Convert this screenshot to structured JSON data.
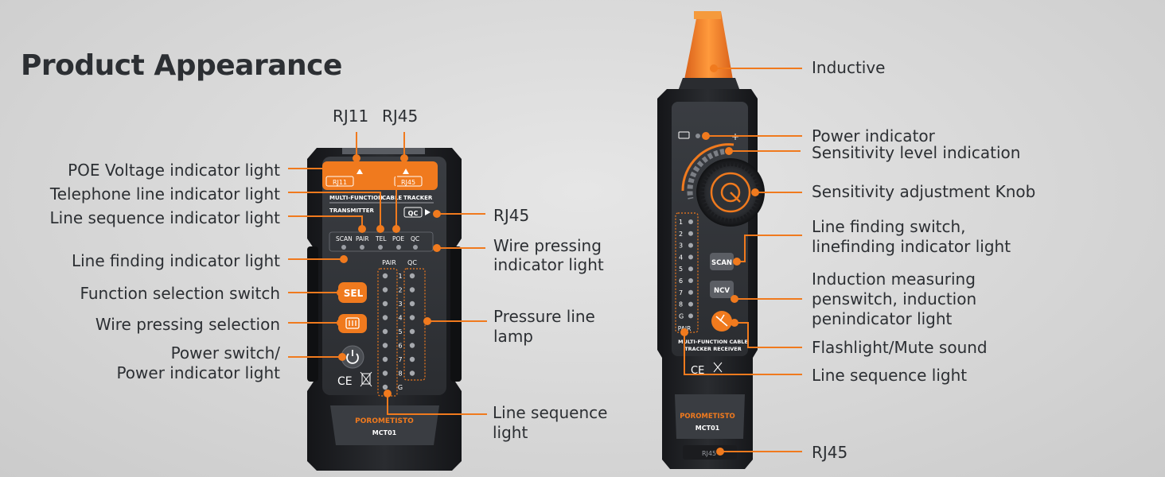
{
  "heading": "Product Appearance",
  "transmitter": {
    "brand": "POROMETISTO",
    "model": "MCT01",
    "port_rj11": "RJ11",
    "port_rj45": "RJ45",
    "title_left": "MULTI-FUNCTION",
    "title_mid": "CABLE",
    "title_right": "TRACKER",
    "subtitle": "TRANSMITTER",
    "qc_tag": "QC",
    "indicators": [
      "SCAN",
      "PAIR",
      "TEL",
      "POE",
      "QC"
    ],
    "col_pair": "PAIR",
    "col_qc": "QC",
    "pins": [
      "1",
      "2",
      "3",
      "4",
      "5",
      "6",
      "7",
      "8",
      "G"
    ],
    "sel_button": "SEL",
    "ce_mark": "CE"
  },
  "receiver": {
    "brand": "POROMETISTO",
    "model": "MCT01",
    "port_rj45": "RJ45",
    "pins": [
      "1",
      "2",
      "3",
      "4",
      "5",
      "6",
      "7",
      "8",
      "G"
    ],
    "pair_label": "PAIR",
    "scan_button": "SCAN",
    "ncv_button": "NCV",
    "panel_line1": "MULTI-FUNCTION CABLE",
    "panel_line2": "TRACKER RECEIVER",
    "ce_mark": "CE",
    "plus": "+"
  },
  "labels_left": {
    "rj11": "RJ11",
    "rj45_top": "RJ45",
    "poe": "POE Voltage indicator light",
    "tel": "Telephone line indicator light",
    "line_seq": "Line sequence indicator light",
    "line_find": "Line finding indicator light",
    "func_sel": "Function selection switch",
    "wire_sel": "Wire pressing selection",
    "power_1": "Power switch/",
    "power_2": "Power indicator light",
    "rj45_side": "RJ45",
    "wire_ind_1": "Wire pressing",
    "wire_ind_2": "indicator light",
    "pressure_1": "Pressure line",
    "pressure_2": "lamp",
    "seq_light_1": "Line sequence",
    "seq_light_2": "light"
  },
  "labels_right": {
    "inductive": "Inductive",
    "power_ind": "Power indicator",
    "sens_level": "Sensitivity level indication",
    "sens_knob": "Sensitivity adjustment Knob",
    "linefind_1": "Line finding switch,",
    "linefind_2": "linefinding indicator light",
    "induct_1": "Induction measuring",
    "induct_2": "penswitch, induction",
    "induct_3": "penindicator light",
    "flash": "Flashlight/Mute sound",
    "line_seq": "Line sequence light",
    "rj45": "RJ45"
  },
  "colors": {
    "accent": "#f07a1e",
    "body_dark": "#2a2c30",
    "frame": "#1b1c1f",
    "text": "#2c2f33"
  }
}
